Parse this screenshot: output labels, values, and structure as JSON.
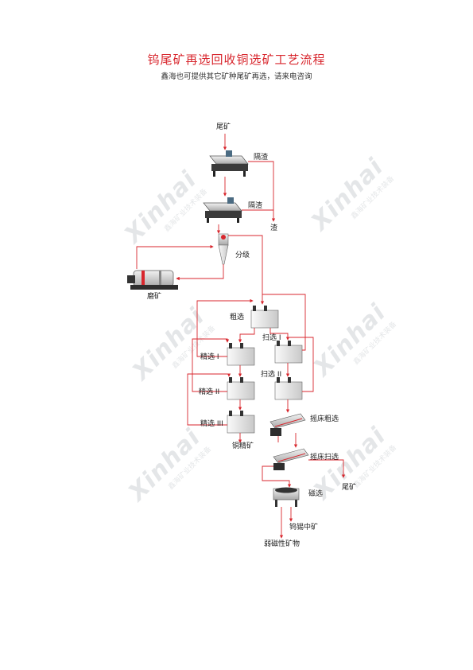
{
  "header": {
    "title": "钨尾矿再选回收铜选矿工艺流程",
    "subtitle": "鑫海也可提供其它矿种尾矿再选，请来电咨询"
  },
  "watermark": {
    "brand": "Xinhai",
    "tagline": "鑫海矿业技术装备"
  },
  "colors": {
    "title": "#d8262d",
    "flow_line": "#d8262d"
  },
  "nodes": {
    "feed": "尾矿",
    "screen1_out": "隔渣",
    "screen2_out": "隔渣",
    "slag": "渣",
    "classify": "分级",
    "grinding": "磨矿",
    "rougher": "粗选",
    "scavenger1": "扫选 I",
    "cleaner1": "精选 I",
    "scavenger2": "扫选 II",
    "cleaner2": "精选 II",
    "table_rougher": "摇床粗选",
    "cleaner3": "精选 III",
    "copper_conc": "铜精矿",
    "table_scavenger": "摇床扫选",
    "tailings": "尾矿",
    "magnetic": "磁选",
    "tungsten_middling": "钨锡中矿",
    "weak_magnetic": "弱磁性矿物"
  }
}
